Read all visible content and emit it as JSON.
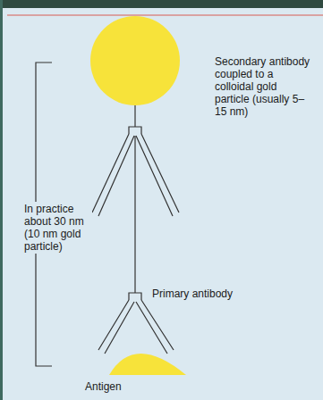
{
  "diagram": {
    "labels": [
      "Secondary antibody coupled to a colloidal gold particle (usually 5–15 nm)",
      "In practice about 30 nm (10 nm gold particle)",
      "Primary antibody",
      "Antigen"
    ]
  }
}
